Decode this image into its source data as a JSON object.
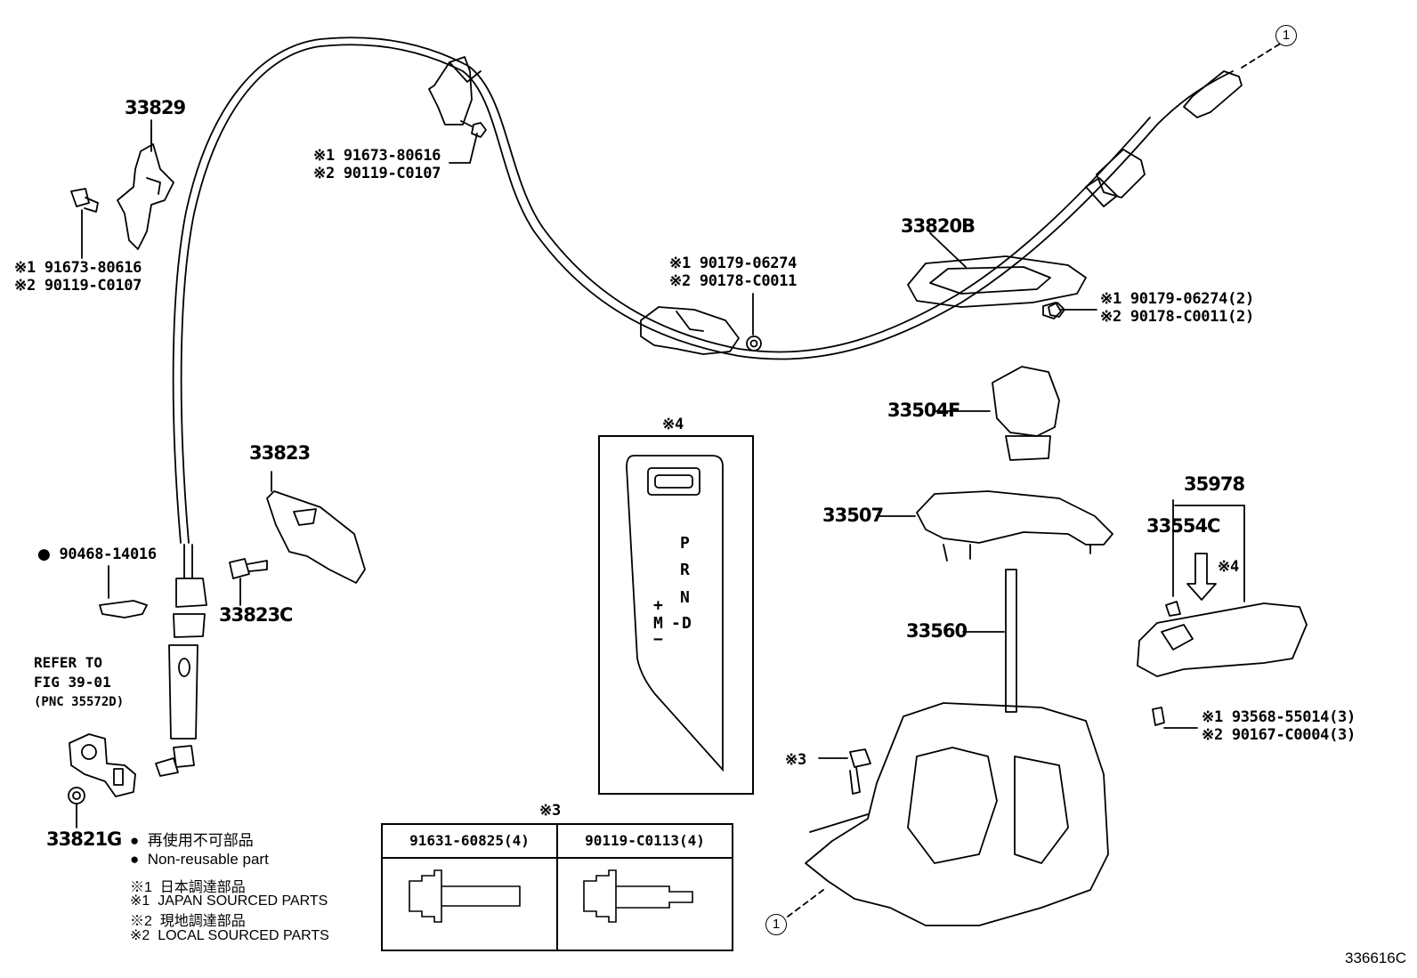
{
  "part_labels": {
    "p33829": "33829",
    "p33820b": "33820B",
    "p33504f": "33504F",
    "p33507": "33507",
    "p33823": "33823",
    "p33823c": "33823C",
    "p33560": "33560",
    "p35978": "35978",
    "p33554c": "33554C",
    "p33821g": "33821G",
    "p90468": "90468-14016"
  },
  "callouts": {
    "left_bolt": [
      "※1 91673-80616",
      "※2 90119-C0107"
    ],
    "top_bolt": [
      "※1 91673-80616",
      "※2 90119-C0107"
    ],
    "mid_nut": [
      "※1 90179-06274",
      "※2 90178-C0011"
    ],
    "right_nut": [
      "※1 90179-06274(2)",
      "※2 90178-C0011(2)"
    ],
    "right_screw": [
      "※1 93568-55014(3)",
      "※2 90167-C0004(3)"
    ],
    "bolt3": "※3",
    "panel4": "※4",
    "arrow4": "※4",
    "table3": "※3"
  },
  "refer": [
    "REFER TO",
    "FIG 39-01",
    "(PNC 35572D)"
  ],
  "gear_letters": {
    "p": "P",
    "r": "R",
    "n": "N",
    "d": "D",
    "plus": "+",
    "m": "M",
    "minus": "−",
    "dash": "-"
  },
  "circle_marker": "1",
  "table": {
    "col1": "91631-60825(4)",
    "col2": "90119-C0113(4)"
  },
  "legend": [
    {
      "mark": "●",
      "text": "再使用不可部品"
    },
    {
      "mark": "●",
      "text": "Non-reusable part"
    },
    {
      "mark": "※1",
      "text": "日本調達部品"
    },
    {
      "mark": "※1",
      "text": "JAPAN SOURCED PARTS"
    },
    {
      "mark": "※2",
      "text": "現地調達部品"
    },
    {
      "mark": "※2",
      "text": "LOCAL SOURCED PARTS"
    }
  ],
  "illustration_code": "336616C"
}
